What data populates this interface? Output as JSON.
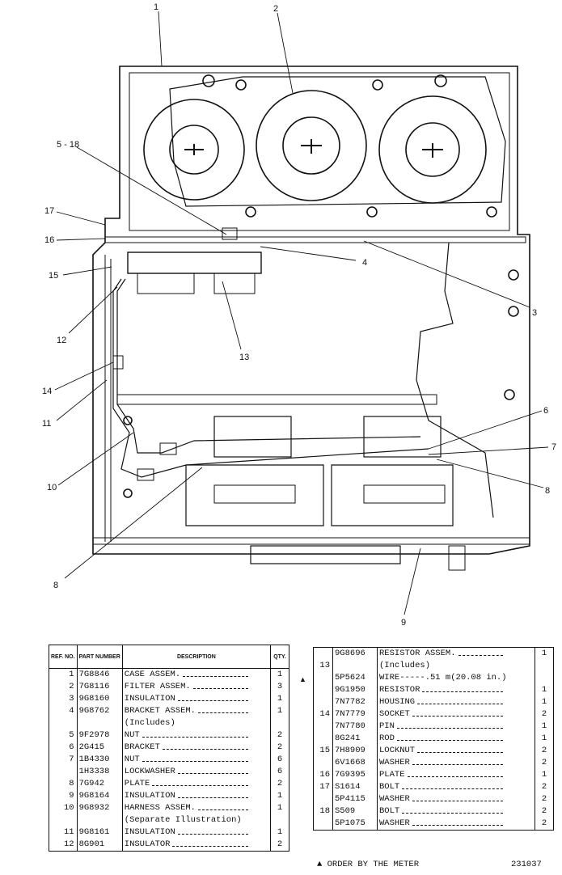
{
  "diagram": {
    "callouts": [
      "1",
      "2",
      "5 - 18",
      "17",
      "16",
      "15",
      "12",
      "14",
      "11",
      "10",
      "8",
      "4",
      "3",
      "13",
      "6",
      "7",
      "8",
      "9"
    ]
  },
  "parts_left": {
    "headers": {
      "ref": "REF. NO.",
      "part": "PART NUMBER",
      "desc": "DESCRIPTION",
      "qty": "QTY."
    },
    "rows": [
      {
        "ref": "1",
        "part": "7G8846",
        "desc": "CASE ASSEM.",
        "qty": "1"
      },
      {
        "ref": "2",
        "part": "7G8116",
        "desc": "FILTER ASSEM.",
        "qty": "3"
      },
      {
        "ref": "3",
        "part": "9G8160",
        "desc": "INSULATION",
        "qty": "1"
      },
      {
        "ref": "4",
        "part": "9G8762",
        "desc": "BRACKET ASSEM.",
        "qty": "1"
      },
      {
        "ref": "",
        "part": "",
        "desc": "(Includes)",
        "qty": ""
      },
      {
        "ref": "5",
        "part": "9F2978",
        "desc": "NUT",
        "qty": "2"
      },
      {
        "ref": "6",
        "part": "2G415",
        "desc": "BRACKET",
        "qty": "2"
      },
      {
        "ref": "7",
        "part": "1B4330",
        "desc": "NUT",
        "qty": "6"
      },
      {
        "ref": "",
        "part": "1H3338",
        "desc": "LOCKWASHER",
        "qty": "6"
      },
      {
        "ref": "8",
        "part": "7G942",
        "desc": "PLATE",
        "qty": "2"
      },
      {
        "ref": "9",
        "part": "9G8164",
        "desc": "INSULATION",
        "qty": "1"
      },
      {
        "ref": "10",
        "part": "9G8932",
        "desc": "HARNESS ASSEM.",
        "qty": "1"
      },
      {
        "ref": "",
        "part": "",
        "desc": "(Separate Illustration)",
        "qty": ""
      },
      {
        "ref": "11",
        "part": "9G8161",
        "desc": "INSULATION",
        "qty": "1"
      },
      {
        "ref": "12",
        "part": "8G901",
        "desc": "INSULATOR",
        "qty": "2"
      }
    ]
  },
  "parts_right": {
    "rows": [
      {
        "ref": "",
        "part": "9G8696",
        "desc": "RESISTOR ASSEM.",
        "qty": "1"
      },
      {
        "ref": "13",
        "part": "",
        "desc": "(Includes)",
        "qty": ""
      },
      {
        "ref": "",
        "part": "5P5624",
        "desc": "WIRE-----.51 m(20.08 in.)",
        "qty": ""
      },
      {
        "ref": "",
        "part": "9G1950",
        "desc": "RESISTOR",
        "qty": "1"
      },
      {
        "ref": "",
        "part": "7N7782",
        "desc": "HOUSING",
        "qty": "1"
      },
      {
        "ref": "14",
        "part": "7N7779",
        "desc": "SOCKET",
        "qty": "2"
      },
      {
        "ref": "",
        "part": "7N7780",
        "desc": "PIN",
        "qty": "1"
      },
      {
        "ref": "",
        "part": "8G241",
        "desc": "ROD",
        "qty": "1"
      },
      {
        "ref": "15",
        "part": "7H8909",
        "desc": "LOCKNUT",
        "qty": "2"
      },
      {
        "ref": "",
        "part": "6V1668",
        "desc": "WASHER",
        "qty": "2"
      },
      {
        "ref": "16",
        "part": "7G9395",
        "desc": "PLATE",
        "qty": "1"
      },
      {
        "ref": "17",
        "part": "S1614",
        "desc": "BOLT",
        "qty": "2"
      },
      {
        "ref": "",
        "part": "5P4115",
        "desc": "WASHER",
        "qty": "2"
      },
      {
        "ref": "18",
        "part": "S509",
        "desc": "BOLT",
        "qty": "2"
      },
      {
        "ref": "",
        "part": "5P1075",
        "desc": "WASHER",
        "qty": "2"
      }
    ]
  },
  "footer": {
    "note": "▲ ORDER BY THE METER",
    "code": "231037"
  },
  "marker": "▲"
}
